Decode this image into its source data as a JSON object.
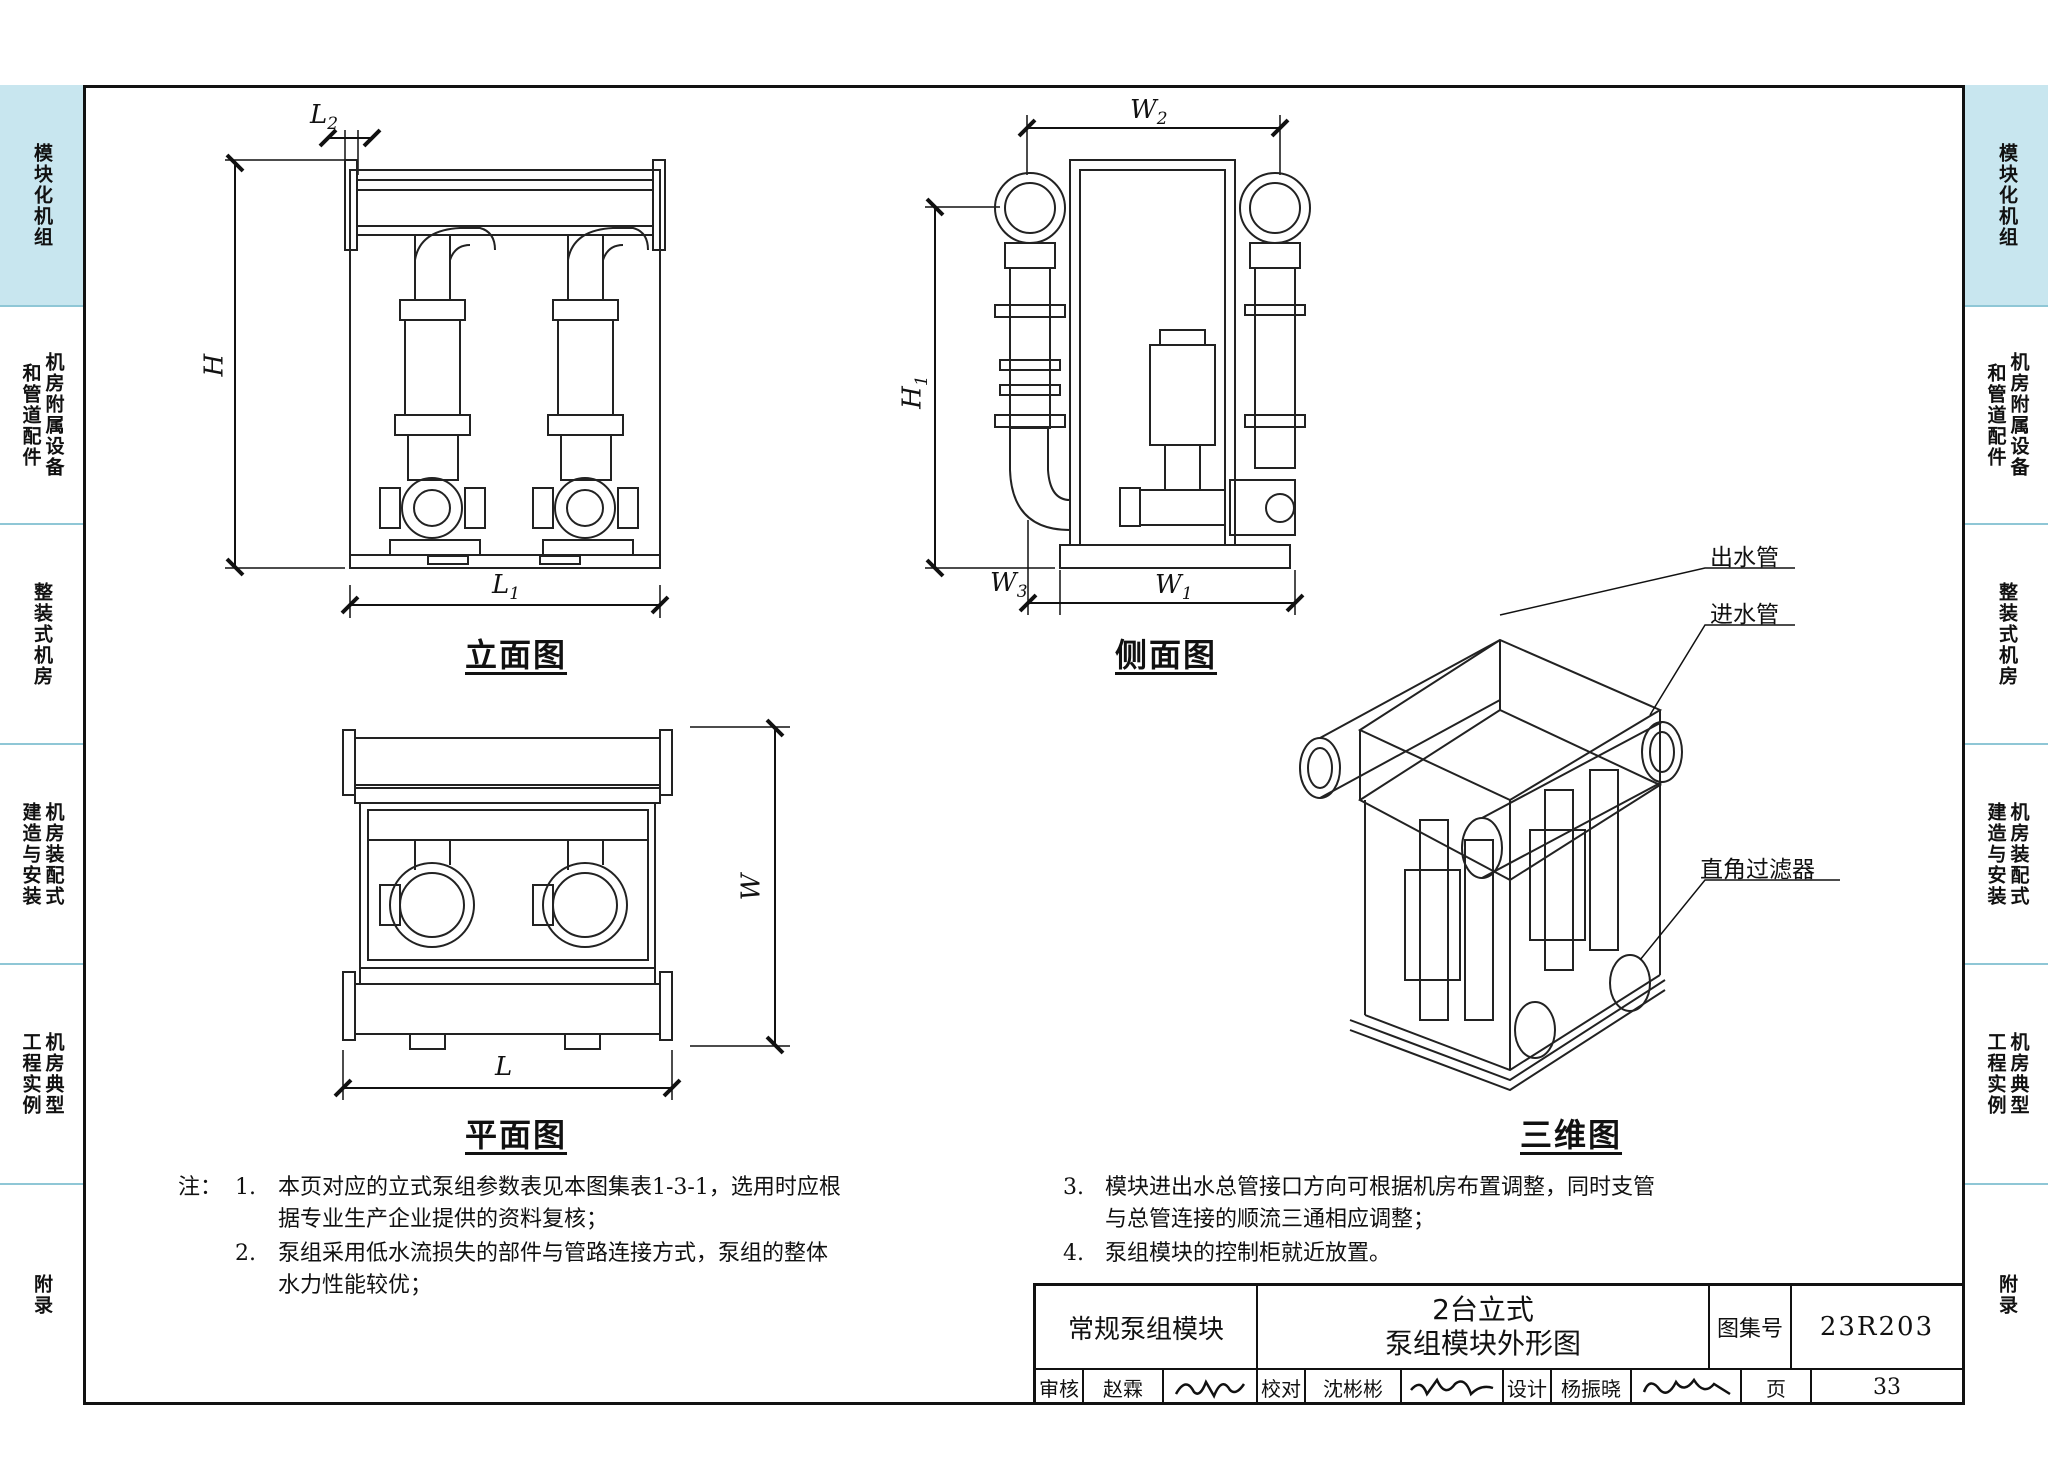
{
  "left_tabs": [
    {
      "col1": "模块化机组",
      "col2": "",
      "active": true
    },
    {
      "col1": "机房附属设备",
      "col2": "和管道配件",
      "active": false
    },
    {
      "col1": "整装式机房",
      "col2": "",
      "active": false
    },
    {
      "col1": "机房装配式",
      "col2": "建造与安装",
      "active": false
    },
    {
      "col1": "机房典型",
      "col2": "工程实例",
      "active": false
    },
    {
      "col1": "附录",
      "col2": "",
      "active": false
    }
  ],
  "right_tabs": [
    {
      "col1": "模块化机组",
      "col2": "",
      "active": true
    },
    {
      "col1": "机房附属设备",
      "col2": "和管道配件",
      "active": false
    },
    {
      "col1": "整装式机房",
      "col2": "",
      "active": false
    },
    {
      "col1": "机房装配式",
      "col2": "建造与安装",
      "active": false
    },
    {
      "col1": "机房典型",
      "col2": "工程实例",
      "active": false
    },
    {
      "col1": "附录",
      "col2": "",
      "active": false
    }
  ],
  "views": {
    "elevation": "立面图",
    "side": "侧面图",
    "plan": "平面图",
    "three_d": "三维图"
  },
  "dimensions": {
    "L2": {
      "base": "L",
      "sub": "2"
    },
    "H": {
      "base": "H",
      "sub": ""
    },
    "L1": {
      "base": "L",
      "sub": "1"
    },
    "W2": {
      "base": "W",
      "sub": "2"
    },
    "H1": {
      "base": "H",
      "sub": "1"
    },
    "W3": {
      "base": "W",
      "sub": "3"
    },
    "W1": {
      "base": "W",
      "sub": "1"
    },
    "W": {
      "base": "W",
      "sub": ""
    },
    "L": {
      "base": "L",
      "sub": ""
    }
  },
  "callouts": {
    "outlet": "出水管",
    "inlet": "进水管",
    "filter": "直角过滤器"
  },
  "notes": {
    "label": "注：",
    "n1_num": "1.",
    "n1_a": "本页对应的立式泵组参数表见本图集表1-3-1，选用时应根",
    "n1_b": "据专业生产企业提供的资料复核；",
    "n2_num": "2.",
    "n2_a": "泵组采用低水流损失的部件与管路连接方式，泵组的整体",
    "n2_b": "水力性能较优；",
    "n3_num": "3.",
    "n3_a": "模块进出水总管接口方向可根据机房布置调整，同时支管",
    "n3_b": "与总管连接的顺流三通相应调整；",
    "n4_num": "4.",
    "n4_a": "泵组模块的控制柜就近放置。"
  },
  "title_block": {
    "category": "常规泵组模块",
    "title_line1": "2台立式",
    "title_line2": "泵组模块外形图",
    "atlas_label": "图集号",
    "atlas_no": "23R203",
    "review_label": "审核",
    "reviewer": "赵霖",
    "check_label": "校对",
    "checker": "沈彬彬",
    "design_label": "设计",
    "designer": "杨振晓",
    "page_label": "页",
    "page_no": "33"
  }
}
